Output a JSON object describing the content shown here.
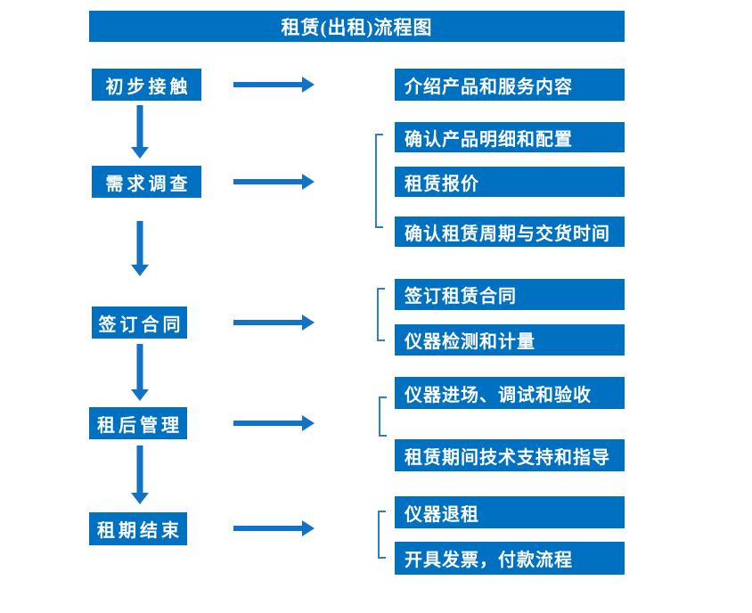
{
  "colors": {
    "primary": "#0070c0",
    "arrow": "#1172c8",
    "bracket": "#2e7fc1",
    "text_on_primary": "#ffffff",
    "background": "#ffffff"
  },
  "flowchart": {
    "title": "租赁(出租)流程图",
    "steps": [
      {
        "label": "初步接触",
        "details": [
          "介绍产品和服务内容"
        ]
      },
      {
        "label": "需求调查",
        "details": [
          "确认产品明细和配置",
          "租赁报价",
          "确认租赁周期与交货时间"
        ]
      },
      {
        "label": "签订合同",
        "details": [
          "签订租赁合同",
          "仪器检测和计量"
        ]
      },
      {
        "label": "租后管理",
        "details": [
          "仪器进场、调试和验收",
          "租赁期间技术支持和指导"
        ]
      },
      {
        "label": "租期结束",
        "details": [
          "仪器退租",
          "开具发票，付款流程"
        ]
      }
    ]
  }
}
